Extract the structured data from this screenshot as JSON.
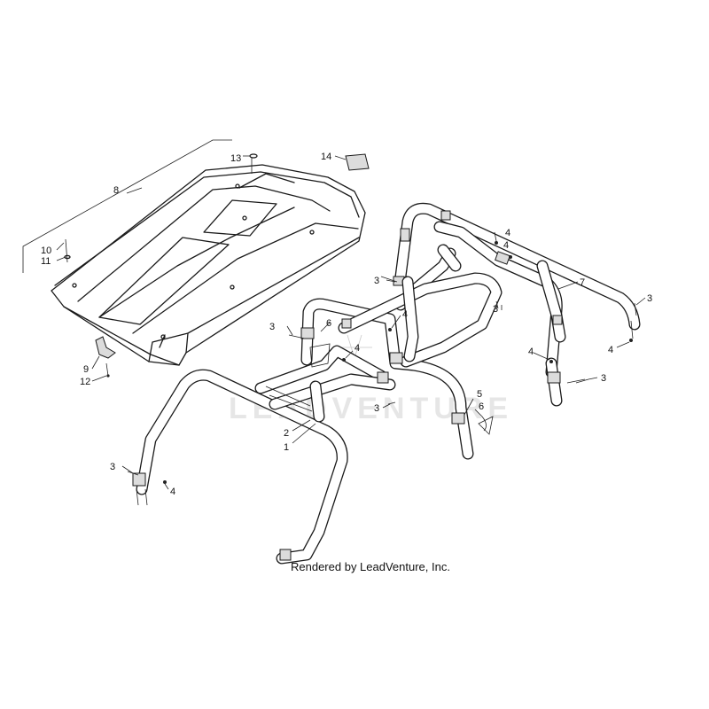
{
  "diagram": {
    "watermark": "LEADVENTURE",
    "credit": "Rendered by LeadVenture, Inc.",
    "callouts": {
      "c1": "1",
      "c2": "2",
      "c3a": "3",
      "c3b": "3",
      "c3c": "3",
      "c3d": "3",
      "c3e": "3",
      "c3f": "3",
      "c3g": "3",
      "c4a": "4",
      "c4b": "4",
      "c4c": "4",
      "c4d": "4",
      "c4e": "4",
      "c4f": "4",
      "c4g": "4",
      "c5": "5",
      "c6a": "6",
      "c6b": "6",
      "c7": "7",
      "c8": "8",
      "c9": "9",
      "c10": "10",
      "c11": "11",
      "c12": "12",
      "c13": "13",
      "c14": "14"
    }
  }
}
